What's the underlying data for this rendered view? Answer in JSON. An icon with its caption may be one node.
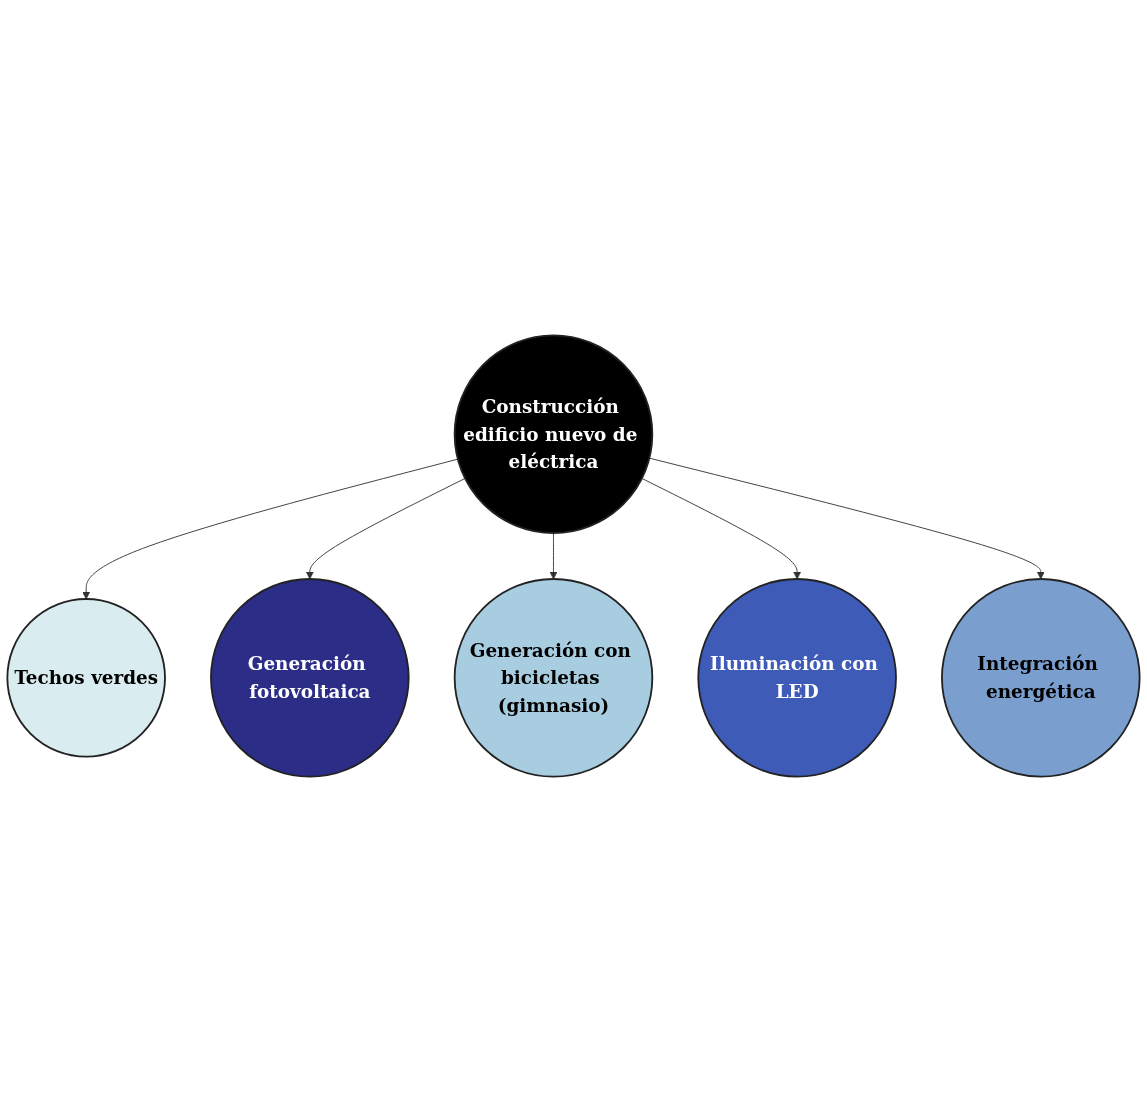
{
  "diagram": {
    "nodes": [
      {
        "text": [
          "Techos verdes"
        ]
      },
      {
        "text": [
          "Generación fotovoltaica"
        ]
      },
      {
        "text": [
          "Construcción edificio nuevo de eléctrica"
        ]
      },
      {
        "text": [
          "Generación con bicicletas (gimnasio)"
        ]
      },
      {
        "text": [
          "Iluminación con LED"
        ]
      },
      {
        "text": [
          "Integración energética"
        ]
      }
    ],
    "edges": [
      {
        "from": 2,
        "to": 0,
        "arrow": "to"
      },
      {
        "from": 2,
        "to": 1,
        "arrow": "to"
      },
      {
        "from": 2,
        "to": 3,
        "arrow": "to"
      },
      {
        "from": 2,
        "to": 4,
        "arrow": "to"
      },
      {
        "from": 2,
        "to": 5,
        "arrow": "to"
      }
    ]
  }
}
